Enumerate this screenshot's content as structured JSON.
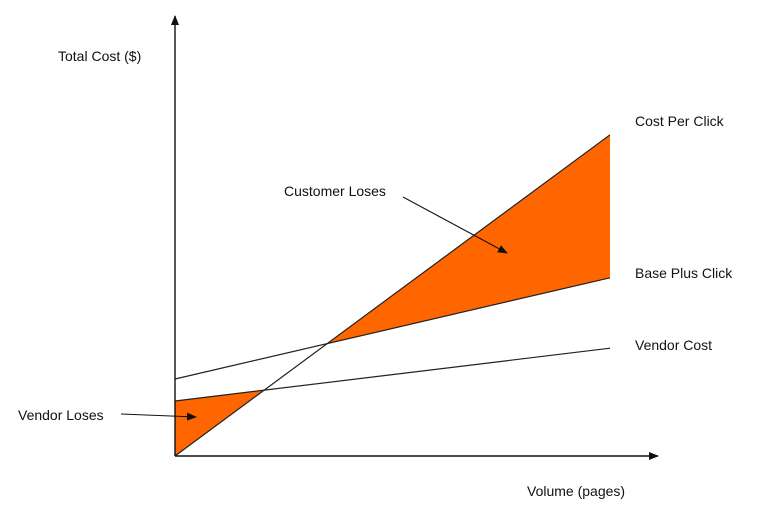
{
  "chart_data": {
    "type": "line",
    "xlabel": "Volume (pages)",
    "ylabel": "Total Cost ($)",
    "xlim": [
      0,
      100
    ],
    "ylim": [
      0,
      100
    ],
    "grid": false,
    "series": [
      {
        "name": "Cost Per Click",
        "x": [
          0,
          100
        ],
        "y": [
          0,
          73
        ]
      },
      {
        "name": "Base Plus Click",
        "x": [
          0,
          100
        ],
        "y": [
          17.5,
          40.5
        ]
      },
      {
        "name": "Vendor Cost",
        "x": [
          0,
          100
        ],
        "y": [
          12.5,
          24.5
        ]
      }
    ],
    "annotations": [
      {
        "text": "Customer Loses"
      },
      {
        "text": "Vendor Loses"
      }
    ],
    "colors": {
      "fill": "#ff6600",
      "line": "#222222"
    }
  }
}
